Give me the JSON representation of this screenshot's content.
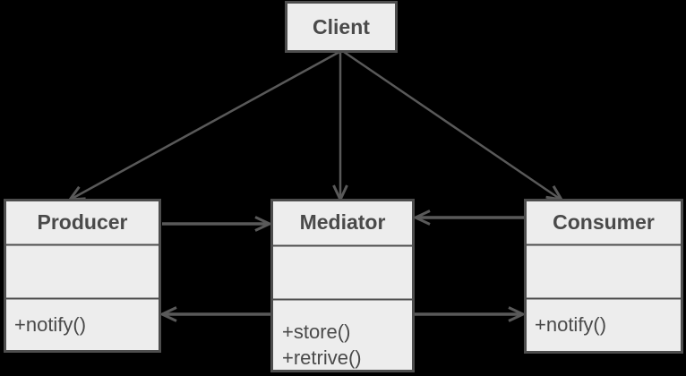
{
  "diagram": {
    "type": "uml-class-diagram",
    "colors": {
      "background": "#000000",
      "box_fill": "#ededed",
      "box_border": "#4d4d4d",
      "arrow": "#595959",
      "text": "#4a4a4a"
    },
    "classes": [
      {
        "name": "Client",
        "attributes": [],
        "methods": []
      },
      {
        "name": "Producer",
        "attributes": [],
        "methods": [
          "+notify()"
        ]
      },
      {
        "name": "Mediator",
        "attributes": [],
        "methods": [
          "+store()",
          "+retrive()"
        ]
      },
      {
        "name": "Consumer",
        "attributes": [],
        "methods": [
          "+notify()"
        ]
      }
    ],
    "relations": [
      {
        "from": "Client",
        "to": "Producer",
        "style": "open-arrow"
      },
      {
        "from": "Client",
        "to": "Mediator",
        "style": "open-arrow"
      },
      {
        "from": "Client",
        "to": "Consumer",
        "style": "open-arrow"
      },
      {
        "from": "Producer",
        "to": "Mediator",
        "style": "open-arrow"
      },
      {
        "from": "Consumer",
        "to": "Mediator",
        "style": "open-arrow"
      },
      {
        "from": "Mediator",
        "to": "Producer",
        "style": "open-arrow"
      },
      {
        "from": "Mediator",
        "to": "Consumer",
        "style": "open-arrow"
      }
    ]
  }
}
